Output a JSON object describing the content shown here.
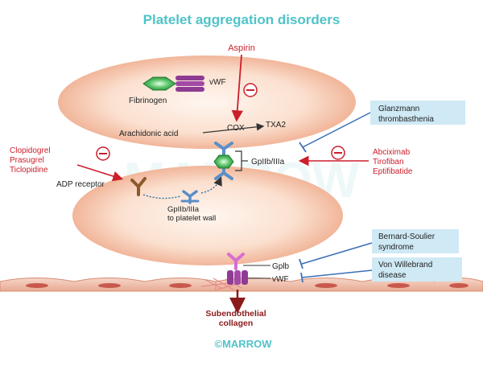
{
  "title": "Platelet aggregation disorders",
  "watermark": "MARROW",
  "footer": "©MARROW",
  "labels": {
    "aspirin": "Aspirin",
    "fibrinogen": "Fibrinogen",
    "vwf_top": "vWF",
    "arachidonic_acid": "Arachidonic acid",
    "cox": "COX",
    "txa2": "TXA2",
    "clopidogrel": "Clopidogrel",
    "prasugrel": "Prasugrel",
    "ticlopidine": "Ticlopidine",
    "adp_receptor": "ADP receptor",
    "gpiib_line1": "GpIIb/IIIa",
    "gpiib_line2": "to platelet wall",
    "gpiib_iiia": "GpIIb/IIIa",
    "abciximab": "Abciximab",
    "tirofiban": "Tirofiban",
    "eptifibatide": "Eptifibatide",
    "gplb": "Gplb",
    "vwf_bottom": "vWF",
    "subendothelial": "Subendothelial",
    "collagen": "collagen"
  },
  "disorders": {
    "glanzmann": [
      "Glanzmann",
      "thrombasthenia"
    ],
    "bernard": [
      "Bernard-Soulier",
      "syndrome"
    ],
    "vonwillebrand": [
      "Von Willebrand",
      "disease"
    ]
  },
  "colors": {
    "title": "#4fc3c9",
    "drug": "#cc1e2b",
    "arrow_red": "#cc1e2b",
    "inhibit_blue": "#3b6fb5",
    "disorder_box": "#cfe9f5",
    "platelet_edge": "#e9a081",
    "platelet_mid": "#fbe4d6",
    "endothelium": "#f1c8b8",
    "maroon": "#8b1a1a",
    "receptor_blue": "#7fb3e0",
    "gplb_pink": "#d66fcf",
    "vwf_purple": "#8e3b93",
    "fibrinogen_green": "#32b34a"
  },
  "icons": [
    "minus-circle-icon",
    "receptor-icon",
    "arrow-icon",
    "inhibition-bar-icon"
  ]
}
